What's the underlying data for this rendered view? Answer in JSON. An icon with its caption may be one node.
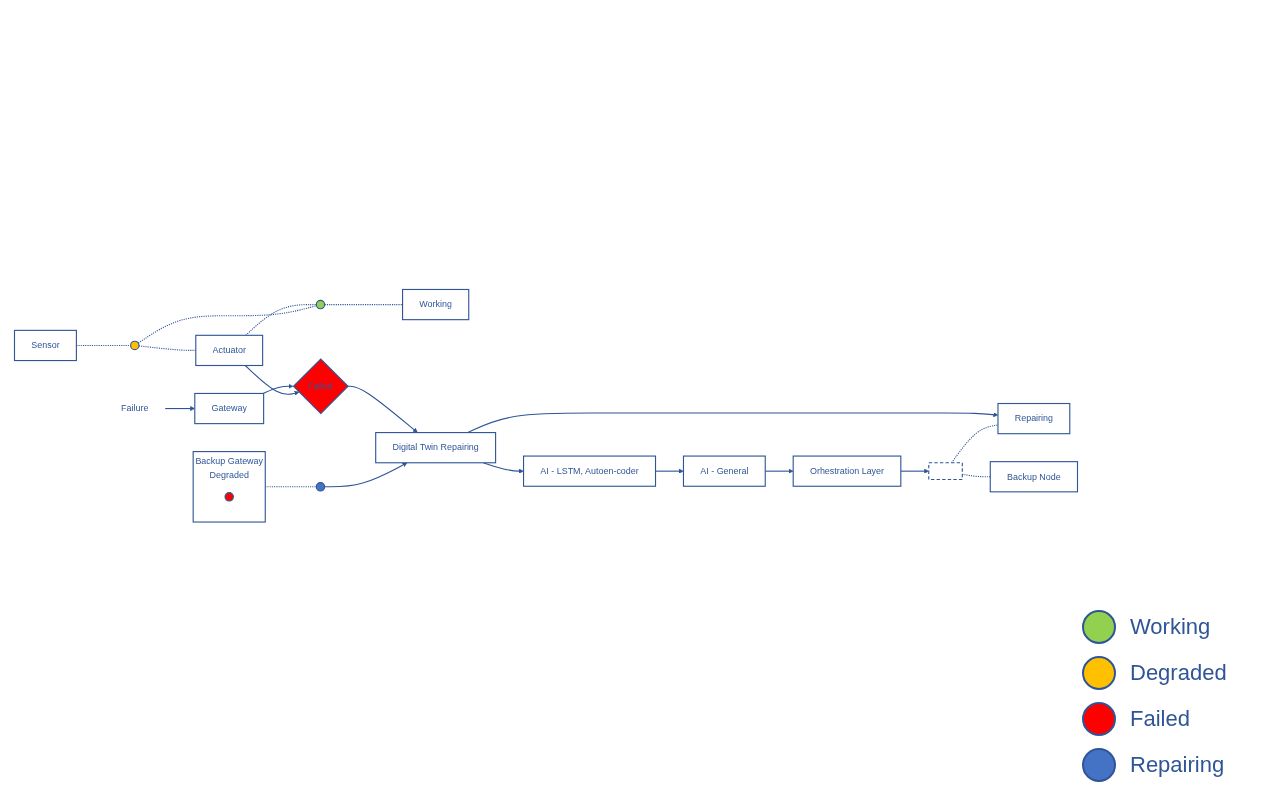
{
  "diagram": {
    "nodes": [
      {
        "text": [
          "Sensor"
        ]
      },
      {
        "text": [],
        "shape": "circle"
      },
      {
        "text": [
          "Actuator"
        ]
      },
      {
        "text": [],
        "shape": "circle"
      },
      {
        "text": [
          "Working"
        ]
      },
      {
        "text": [
          "Failure"
        ]
      },
      {
        "text": [
          "Gateway"
        ]
      },
      {
        "text": [
          "Failed"
        ]
      },
      {
        "text": [
          "Backup Gateway",
          "Degraded"
        ]
      },
      {
        "text": [],
        "shape": "circle",
        "in": 8
      },
      {
        "text": [],
        "shape": "circle"
      },
      {
        "text": [
          "Digital Twin Repairing"
        ]
      },
      {
        "text": [
          "AI - LSTM, Autoen-coder"
        ]
      },
      {
        "text": [
          "AI - General"
        ]
      },
      {
        "text": [
          "Orhestration Layer"
        ]
      },
      {
        "text": [],
        "shape": "box"
      },
      {
        "text": [
          "Repairing"
        ]
      },
      {
        "text": [
          "Backup Node"
        ]
      }
    ],
    "edges": [
      {
        "from": 0,
        "to": 1,
        "arrow": "none",
        "style": "dashed"
      },
      {
        "from": 1,
        "to": 2,
        "arrow": "none",
        "style": "dashed"
      },
      {
        "from": 2,
        "to": 3,
        "arrow": "none",
        "style": "dashed"
      },
      {
        "from": 3,
        "to": 4,
        "arrow": "none",
        "style": "dashed"
      },
      {
        "from": 1,
        "to": 3,
        "arrow": "none",
        "style": "dashed"
      },
      {
        "from": 5,
        "to": 6,
        "arrow": "to"
      },
      {
        "from": 6,
        "to": 7,
        "arrow": "to"
      },
      {
        "from": 2,
        "to": 7,
        "arrow": "to"
      },
      {
        "from": 7,
        "to": 11,
        "arrow": "to"
      },
      {
        "from": 8,
        "to": 10,
        "arrow": "none",
        "style": "dashed"
      },
      {
        "from": 10,
        "to": 11,
        "arrow": "to"
      },
      {
        "from": 11,
        "to": 12,
        "arrow": "to"
      },
      {
        "from": 12,
        "to": 13,
        "arrow": "to"
      },
      {
        "from": 13,
        "to": 14,
        "arrow": "to"
      },
      {
        "from": 14,
        "to": 15,
        "arrow": "to"
      },
      {
        "from": 11,
        "to": 16,
        "arrow": "to"
      },
      {
        "from": 15,
        "to": 16,
        "arrow": "none",
        "style": "dashed"
      },
      {
        "from": 15,
        "to": 17,
        "arrow": "none",
        "style": "dashed"
      }
    ],
    "legend": [
      {
        "text": "Working",
        "color": "#92d050"
      },
      {
        "text": "Degraded",
        "color": "#ffc000"
      },
      {
        "text": "Failed",
        "color": "#ff0000"
      },
      {
        "text": "Repairing",
        "color": "#4472c4"
      }
    ]
  }
}
